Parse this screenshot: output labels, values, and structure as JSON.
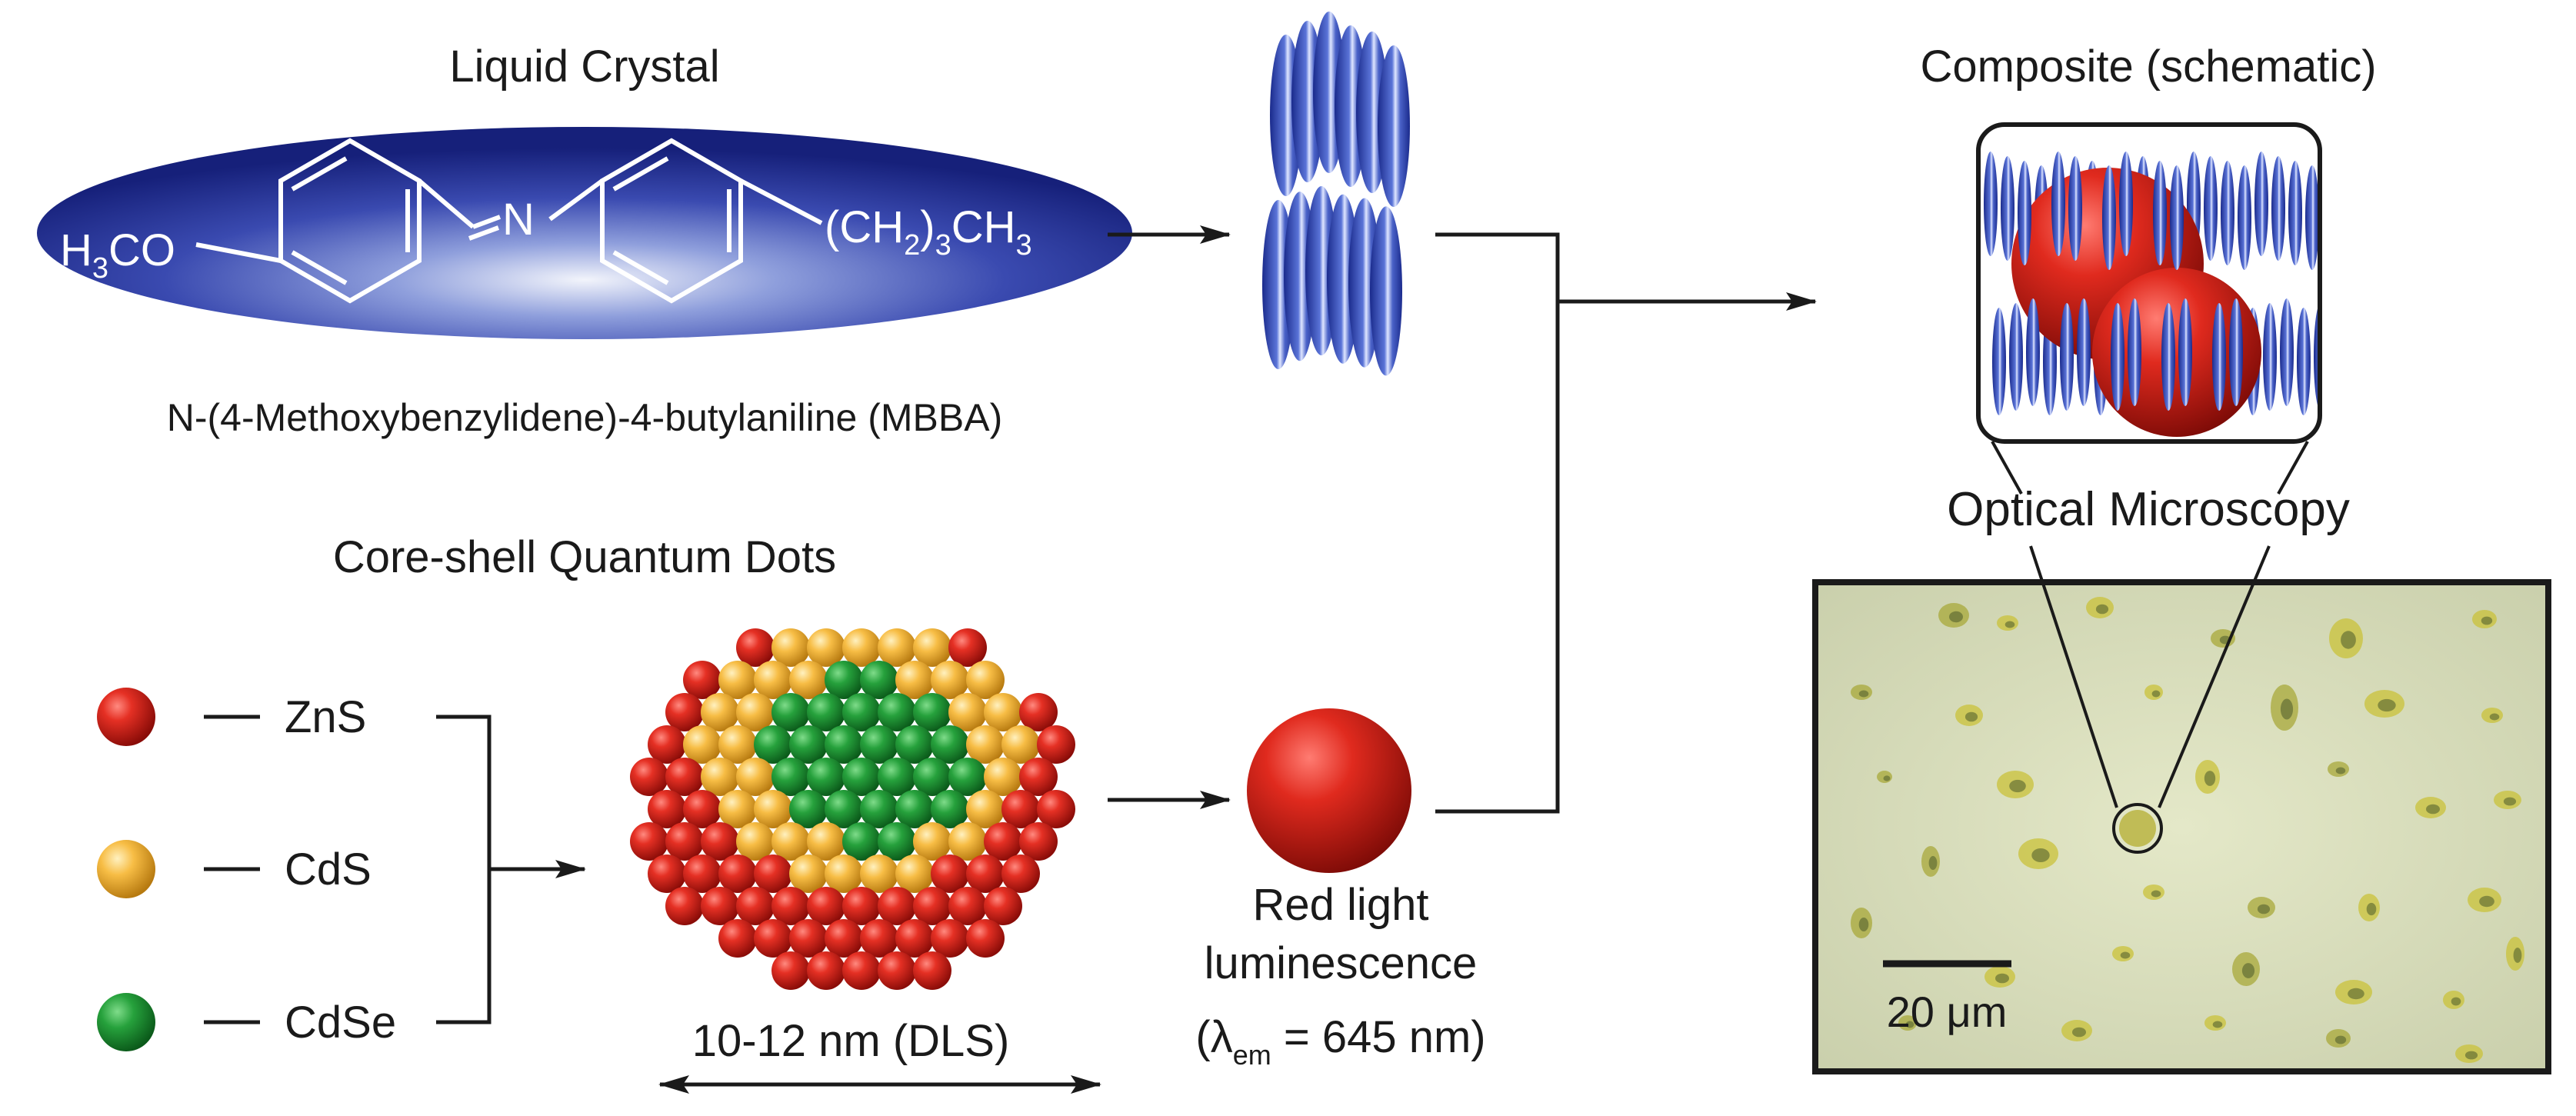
{
  "liquid_crystal": {
    "title": "Liquid Crystal",
    "formula_left": "H",
    "formula_left_sub": "3",
    "formula_left_rest": "CO",
    "imine_n": "N",
    "formula_right": "(CH",
    "formula_right_sub1": "2",
    "formula_right_mid": ")",
    "formula_right_sub2": "3",
    "formula_right_ch": "CH",
    "formula_right_sub3": "3",
    "name": "N-(4-Methoxybenzylidene)-4-butylaniline (MBBA)"
  },
  "quantum_dots": {
    "title": "Core-shell Quantum Dots",
    "legend": [
      {
        "label": "ZnS",
        "color": "#d9241c"
      },
      {
        "label": "CdS",
        "color": "#f5b53a"
      },
      {
        "label": "CdSe",
        "color": "#239a3a"
      }
    ],
    "size_label": "10-12 nm (DLS)"
  },
  "luminescence": {
    "line1": "Red light",
    "line2": "luminescence",
    "lambda_open": "(λ",
    "lambda_sub": "em",
    "lambda_rest": " = 645 nm)"
  },
  "composite": {
    "title": "Composite (schematic)",
    "microscopy_label": "Optical Microscopy",
    "scale_bar": "20 μm"
  },
  "colors": {
    "lc_blue": "#2a3a9a",
    "qd_red": "#d9241c",
    "micro_bg": "#dfe3c0"
  }
}
